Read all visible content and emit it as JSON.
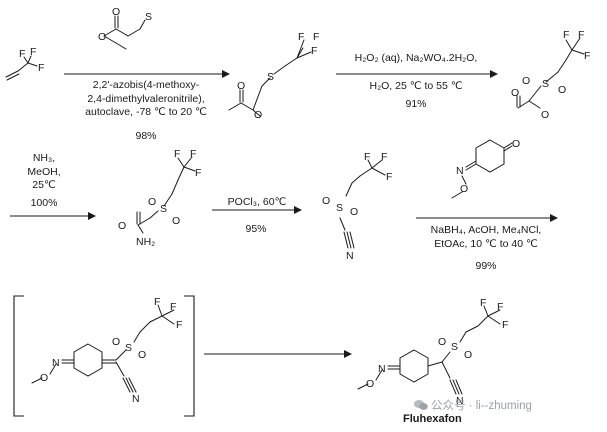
{
  "steps": [
    {
      "id": "step1",
      "conditions": [
        "2,2'-azobis(4-methoxy-",
        "2,4-dimethylvaleronitrile),",
        "autoclave, -78 ℃ to 20 ℃"
      ],
      "yield": "98%"
    },
    {
      "id": "step2",
      "conditions": [
        "H₂O₂ (aq), Na₂WO₄.2H₂O,",
        "H₂O, 25 ℃ to 55 ℃"
      ],
      "yield": "91%"
    },
    {
      "id": "step3",
      "conditions": [
        "NH₃,",
        "MeOH,",
        "25℃"
      ],
      "yield": "100%"
    },
    {
      "id": "step4",
      "conditions": [
        "POCl₃, 60℃"
      ],
      "yield": "95%"
    },
    {
      "id": "step5",
      "conditions": [
        "NaBH₄, AcOH, Me₄NCl,",
        "EtOAc, 10 ℃ to 40 ℃"
      ],
      "yield": "99%"
    }
  ],
  "atoms": {
    "F": "F",
    "S": "S",
    "O": "O",
    "N": "N",
    "NH2": "NH₂"
  },
  "product_name": "Fluhexafon",
  "watermark": "公众号 · li--zhuming",
  "colors": {
    "ink": "#1a1a1a",
    "watermark": "#9aa0a6"
  }
}
